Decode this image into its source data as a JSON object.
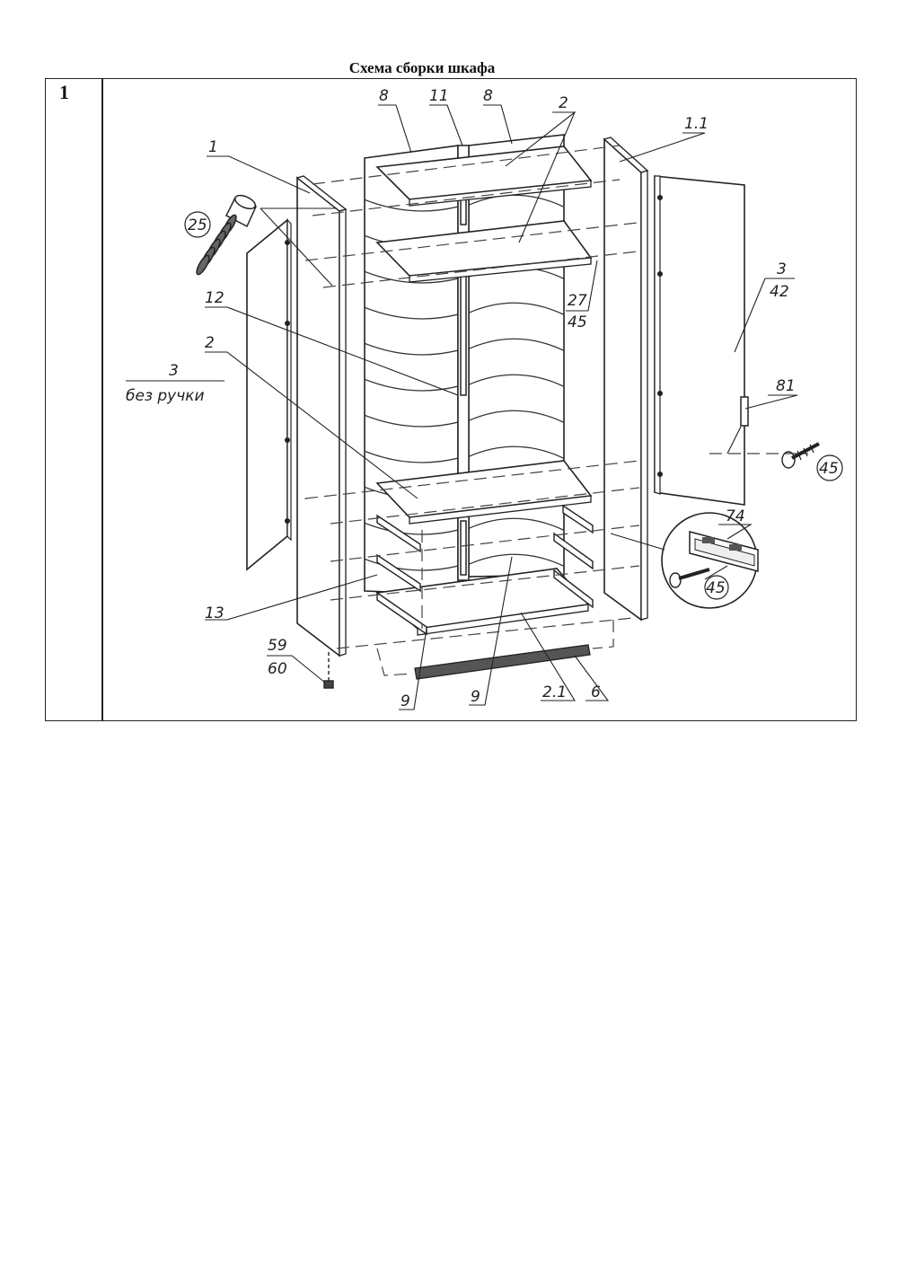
{
  "title": "Схема сборки шкафа",
  "step_number": "1",
  "labels": {
    "l8a": "8",
    "l11": "11",
    "l8b": "8",
    "l2_top": "2",
    "l1_1": "1.1",
    "l1": "1",
    "l25": "25",
    "l12": "12",
    "l2_left": "2",
    "l3_left": "3",
    "l_bez_ruchki": "без ручки",
    "l27": "27",
    "l45_mid": "45",
    "l3_right": "3",
    "l42": "42",
    "l81": "81",
    "l45_right": "45",
    "l74": "74",
    "l45_circle": "45",
    "l13": "13",
    "l59": "59",
    "l60": "60",
    "l9a": "9",
    "l9b": "9",
    "l2_1": "2.1",
    "l6": "6"
  }
}
